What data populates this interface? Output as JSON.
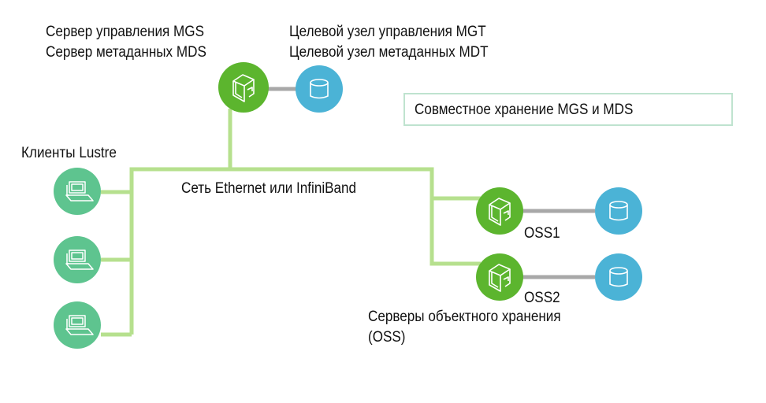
{
  "labels": {
    "mgs_line1": "Сервер управления MGS",
    "mgs_line2": "Сервер метаданных MDS",
    "mgt_line1": "Целевой узел управления MGT",
    "mgt_line2": "Целевой узел метаданных MDT",
    "clients": "Клиенты Lustre",
    "network": "Сеть Ethernet или InfiniBand",
    "oss1": "OSS1",
    "oss2": "OSS2",
    "oss_group_line1": "Серверы объектного хранения",
    "oss_group_line2": "(OSS)"
  },
  "legend": {
    "text": "Совместное хранение MGS и MDS"
  },
  "colors": {
    "server": "#5cb52e",
    "storage": "#4bb3d6",
    "client": "#5ec48f",
    "network_line": "#b6e08e",
    "storage_link": "#a8a8a8",
    "legend_border": "#bfe3cf"
  }
}
